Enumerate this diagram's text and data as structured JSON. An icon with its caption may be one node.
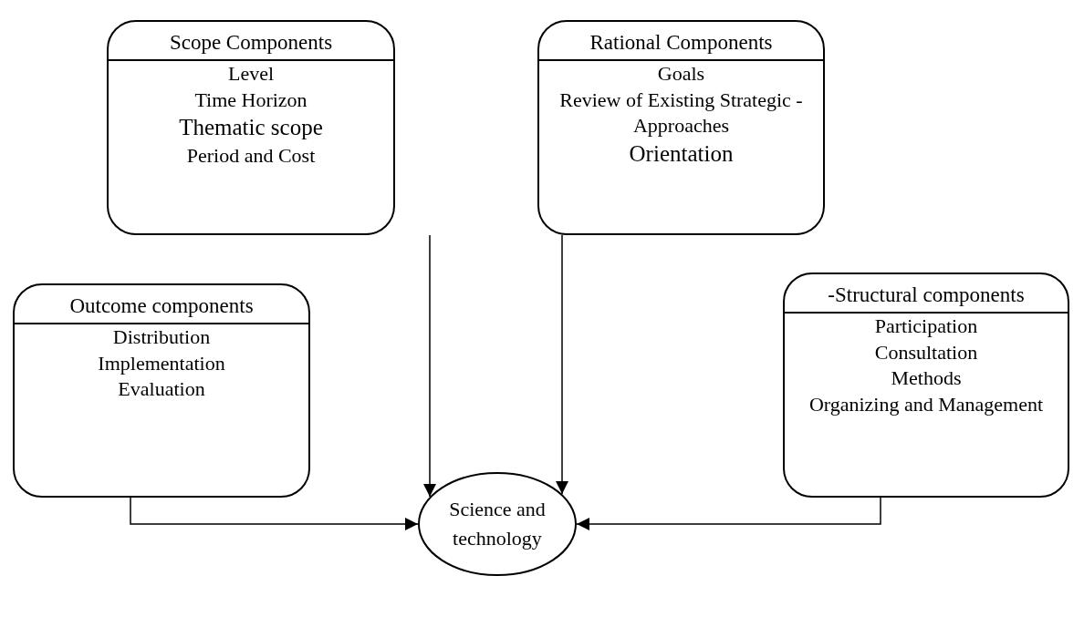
{
  "diagram": {
    "nodes": [
      {
        "text": [
          "Scope Components",
          "Level",
          "Time Horizon",
          "Thematic scope",
          "Period and Cost"
        ]
      },
      {
        "text": [
          "Rational Components",
          "Goals",
          "Review of Existing Strategic -Approaches",
          "Orientation"
        ]
      },
      {
        "text": [
          "Outcome components",
          "Distribution",
          "Implementation",
          "Evaluation"
        ]
      },
      {
        "text": [
          "-Structural components",
          "Participation",
          "Consultation",
          "Methods",
          "Organizing and Management"
        ]
      },
      {
        "text": [
          "Science and technology"
        ]
      }
    ],
    "edges": [
      {
        "from": 0,
        "to": 4,
        "arrow": "to"
      },
      {
        "from": 1,
        "to": 4,
        "arrow": "to"
      },
      {
        "from": 2,
        "to": 4,
        "arrow": "to"
      },
      {
        "from": 3,
        "to": 4,
        "arrow": "to"
      }
    ]
  }
}
